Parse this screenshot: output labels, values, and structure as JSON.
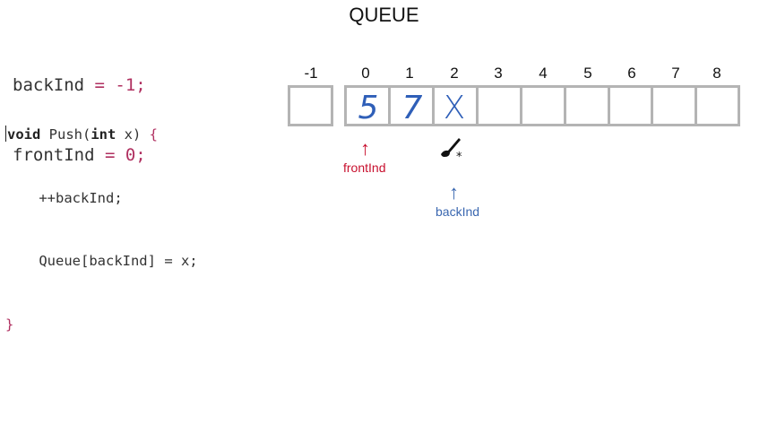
{
  "title": "QUEUE",
  "declarations": [
    {
      "name": "backInd",
      "op": " = ",
      "value": "-1",
      "end": ";"
    },
    {
      "name": "frontInd",
      "op": " = ",
      "value": "0",
      "end": ";"
    }
  ],
  "function": {
    "kw_void": "void",
    "name": " Push(",
    "kw_int": "int",
    "param": " x)",
    "open": " {",
    "line1": "    ++backInd;",
    "line2_a": "    Queue[backInd] ",
    "line2_b": "= x;",
    "close": "}"
  },
  "indices": [
    "-1",
    "0",
    "1",
    "2",
    "3",
    "4",
    "5",
    "6",
    "7",
    "8"
  ],
  "cells": [
    "",
    "5",
    "7",
    "X",
    "",
    "",
    "",
    "",
    "",
    ""
  ],
  "pointers": {
    "front": {
      "label": "frontInd",
      "arrow": "↑",
      "index": "0"
    },
    "back": {
      "label": "backInd",
      "arrow": "↑",
      "index": "2"
    }
  },
  "colors": {
    "front": "#c8102e",
    "back": "#3a67b0",
    "cell_border": "#b4b4b4",
    "ink": "#2f5fb8"
  },
  "cursor_icon": "paintbrush-icon"
}
